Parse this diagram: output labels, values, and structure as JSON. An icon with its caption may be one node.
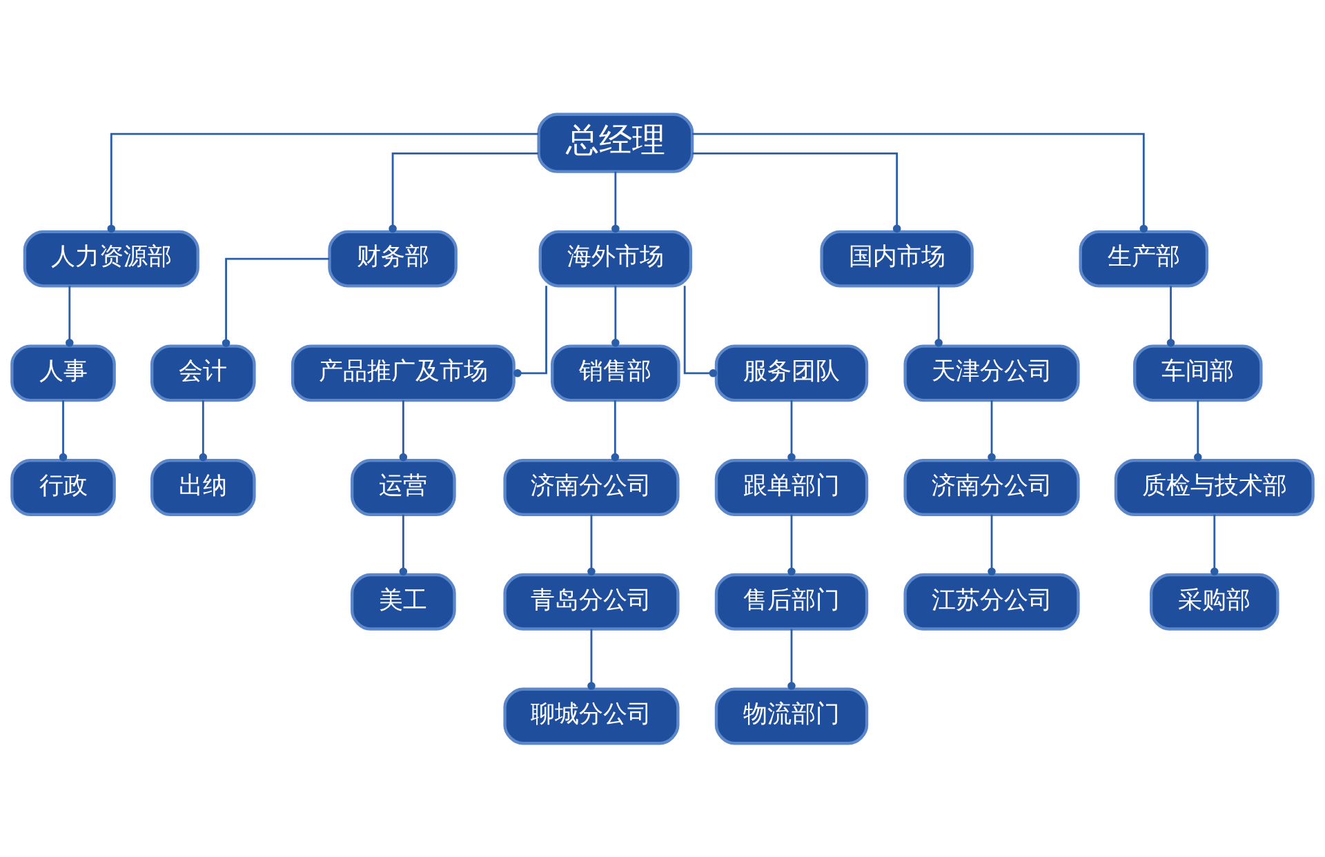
{
  "diagram": {
    "nodes": [
      {
        "text": [
          "总经理"
        ]
      },
      {
        "text": [
          "人力资源部"
        ]
      },
      {
        "text": [
          "财务部"
        ]
      },
      {
        "text": [
          "海外市场"
        ]
      },
      {
        "text": [
          "国内市场"
        ]
      },
      {
        "text": [
          "生产部"
        ]
      },
      {
        "text": [
          "人事"
        ]
      },
      {
        "text": [
          "会计"
        ]
      },
      {
        "text": [
          "天津分公司"
        ]
      },
      {
        "text": [
          "车间部"
        ]
      },
      {
        "text": [
          "产品推广及市场"
        ]
      },
      {
        "text": [
          "销售部"
        ]
      },
      {
        "text": [
          "服务团队"
        ]
      },
      {
        "text": [
          "行政"
        ]
      },
      {
        "text": [
          "出纳"
        ]
      },
      {
        "text": [
          "济南分公司"
        ]
      },
      {
        "text": [
          "质检与技术部"
        ]
      },
      {
        "text": [
          "运营"
        ]
      },
      {
        "text": [
          "济南分公司"
        ]
      },
      {
        "text": [
          "跟单部门"
        ]
      },
      {
        "text": [
          "江苏分公司"
        ]
      },
      {
        "text": [
          "采购部"
        ]
      },
      {
        "text": [
          "美工"
        ]
      },
      {
        "text": [
          "青岛分公司"
        ]
      },
      {
        "text": [
          "售后部门"
        ]
      },
      {
        "text": [
          "聊城分公司"
        ]
      },
      {
        "text": [
          "物流部门"
        ]
      }
    ],
    "edges": [
      {
        "from": 0,
        "to": 1,
        "arrow": "other"
      },
      {
        "from": 0,
        "to": 2,
        "arrow": "other"
      },
      {
        "from": 0,
        "to": 3,
        "arrow": "other"
      },
      {
        "from": 0,
        "to": 4,
        "arrow": "other"
      },
      {
        "from": 0,
        "to": 5,
        "arrow": "other"
      },
      {
        "from": 1,
        "to": 6,
        "arrow": "other"
      },
      {
        "from": 6,
        "to": 13,
        "arrow": "other"
      },
      {
        "from": 2,
        "to": 7,
        "arrow": "other"
      },
      {
        "from": 7,
        "to": 14,
        "arrow": "other"
      },
      {
        "from": 3,
        "to": 10,
        "arrow": "other"
      },
      {
        "from": 3,
        "to": 11,
        "arrow": "other"
      },
      {
        "from": 3,
        "to": 12,
        "arrow": "other"
      },
      {
        "from": 10,
        "to": 17,
        "arrow": "other"
      },
      {
        "from": 17,
        "to": 22,
        "arrow": "other"
      },
      {
        "from": 11,
        "to": 18,
        "arrow": "other"
      },
      {
        "from": 18,
        "to": 23,
        "arrow": "other"
      },
      {
        "from": 23,
        "to": 25,
        "arrow": "other"
      },
      {
        "from": 12,
        "to": 19,
        "arrow": "other"
      },
      {
        "from": 19,
        "to": 24,
        "arrow": "other"
      },
      {
        "from": 24,
        "to": 26,
        "arrow": "other"
      },
      {
        "from": 4,
        "to": 8,
        "arrow": "other"
      },
      {
        "from": 8,
        "to": 15,
        "arrow": "other"
      },
      {
        "from": 15,
        "to": 20,
        "arrow": "other"
      },
      {
        "from": 5,
        "to": 9,
        "arrow": "other"
      },
      {
        "from": 9,
        "to": 16,
        "arrow": "other"
      },
      {
        "from": 16,
        "to": 21,
        "arrow": "other"
      }
    ]
  }
}
